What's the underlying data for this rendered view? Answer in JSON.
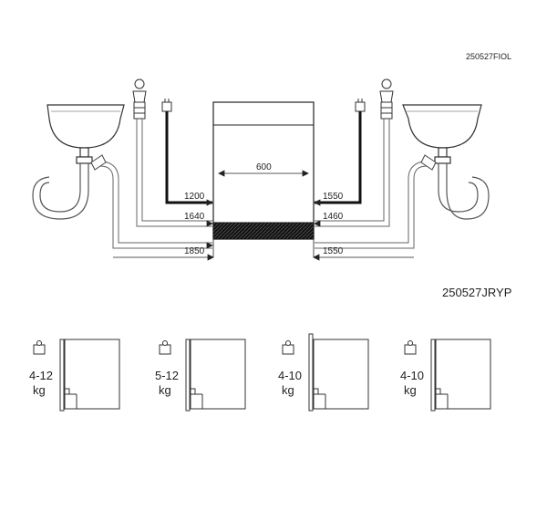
{
  "codes": {
    "top": "250527FIOL",
    "bottom": "250527JRYP"
  },
  "dimensions": {
    "width": "600",
    "left_hose_1": "1200",
    "left_hose_2": "1640",
    "left_hose_3": "1850",
    "right_hose_1": "1550",
    "right_hose_2": "1460",
    "right_hose_3": "1550"
  },
  "weights": [
    {
      "range": "4-12",
      "unit": "kg"
    },
    {
      "range": "5-12",
      "unit": "kg"
    },
    {
      "range": "4-10",
      "unit": "kg"
    },
    {
      "range": "4-10",
      "unit": "kg"
    }
  ]
}
